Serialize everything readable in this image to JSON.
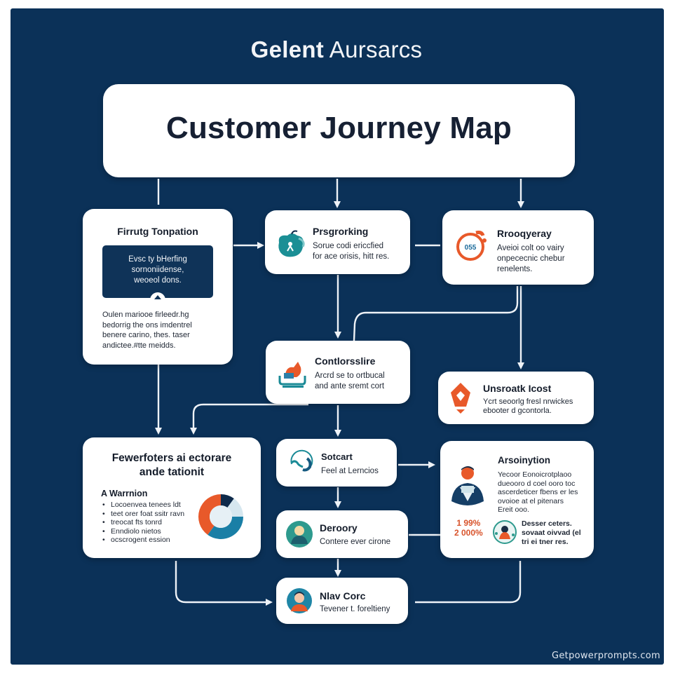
{
  "brand": {
    "bold": "Gelent",
    "light": "Aursarcs"
  },
  "title": "Customer Journey Map",
  "colors": {
    "background": "#0b3158",
    "card": "#ffffff",
    "accent_orange": "#e8592a",
    "accent_teal": "#1a8a96",
    "text_dark": "#141c2a",
    "connector": "#eef2f7"
  },
  "nodes": {
    "first_temptation": {
      "heading": "Firrutg Tonpation",
      "callout": [
        "Evsc ty bHerfing",
        "sornoniidense,",
        "weoeol dons."
      ],
      "body": [
        "Oulen mariooe firleedr.hg",
        "bedorrig the ons imdentrel",
        "benere carino, thes. taser",
        "andictee.#tte meidds."
      ],
      "icon": "none"
    },
    "prsgrorking": {
      "heading": "Prsgrorking",
      "body": [
        "Sorue codi ericcfied",
        "for ace orisis, hitt res."
      ],
      "icon": "teal-person-icon"
    },
    "rrooqyeray": {
      "heading": "Rrooqyeray",
      "body": [
        "Aveioi colt oo vairy",
        "onpececnic chebur",
        "renelents."
      ],
      "icon_label": "055",
      "icon": "orange-cycle-gauge-icon"
    },
    "contlorsslire": {
      "heading": "Contlorsslire",
      "body": [
        "Arcrd se to ortbucal",
        "and ante sremt cort"
      ],
      "icon": "shopping-basket-icon"
    },
    "unsroatk_icost": {
      "heading": "Unsroatk Icost",
      "body": [
        "Ycrt seoorlg fresl nrwickes",
        "ebooter d gcontorla."
      ],
      "icon": "orange-diamond-tag-icon"
    },
    "fewerfoters": {
      "heading": [
        "Fewerfoters ai ectorare",
        "ande tationit"
      ],
      "subheading": "A Warrnion",
      "bullets": [
        "Locoenvea tenees ldt",
        "teet orer foat ssitr ravn",
        "treocat fts tonrd",
        "Enndiolo nietos",
        "ocscrogent ession"
      ],
      "icon": "donut-chart-icon"
    },
    "sotcart": {
      "heading": "Sotcart",
      "body": [
        "Feel at Lerncios"
      ],
      "icon": "phone-support-icon"
    },
    "deroory": {
      "heading": "Deroory",
      "body": [
        "Contere ever cirone"
      ],
      "icon": "user-avatar-icon"
    },
    "arsoinytion": {
      "heading": "Arsoinytion",
      "body": [
        "Yecoor Eonoicrotplaoo",
        "dueooro d coel ooro toc",
        "ascerdeticer fbens er les",
        "ovoioe at el pitenars",
        "Ereit ooo."
      ],
      "stats": [
        "1 99%",
        "2 000%"
      ],
      "sub_body": [
        "Desser ceters.",
        "sovaat oivvad (el",
        "tri ei tner res."
      ],
      "icon": "agent-at-laptop-icon",
      "sub_icon": "globe-user-icon"
    },
    "nlav_core": {
      "heading": "Nlav Corc",
      "body": [
        "Tevener t. foreltieny"
      ],
      "icon": "customer-avatar-icon"
    }
  },
  "chart_data": {
    "type": "pie",
    "title": "",
    "labels": [
      "Orange",
      "Teal",
      "Light blue",
      "Navy"
    ],
    "values": [
      40,
      35,
      15,
      10
    ],
    "colors": [
      "#e8592a",
      "#1a7fa6",
      "#d6e7ef",
      "#0e2a4a"
    ]
  },
  "watermark": "Getpowerprompts.com"
}
